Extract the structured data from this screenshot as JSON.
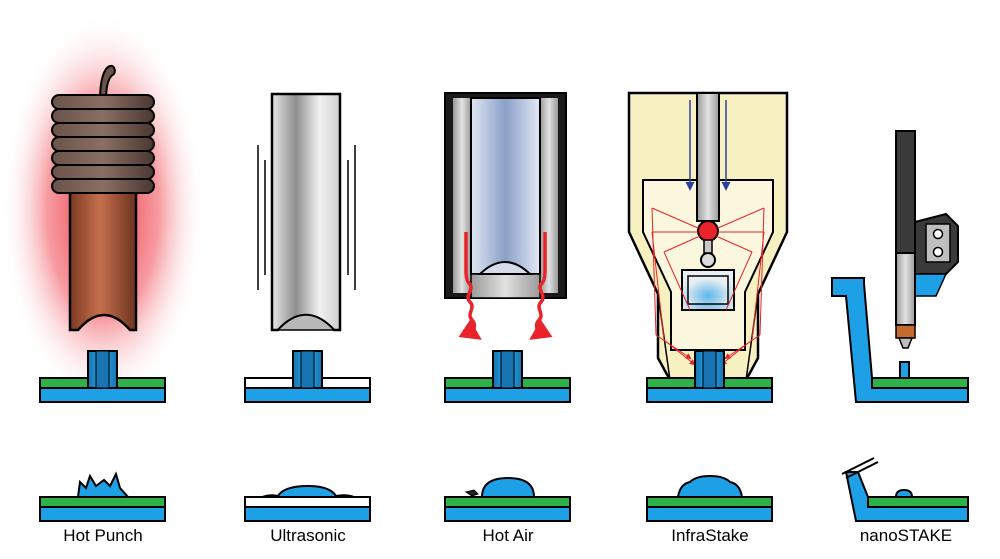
{
  "methods": [
    {
      "label": "Hot Punch"
    },
    {
      "label": "Ultrasonic"
    },
    {
      "label": "Hot Air"
    },
    {
      "label": "InfraStake"
    },
    {
      "label": "nanoSTAKE"
    }
  ],
  "colors": {
    "plastic_blue": "#1ea0e6",
    "board_green": "#2fb14a",
    "heat_red": "#e8232a",
    "copper": "#b5593a",
    "coil_dark": "#5a4640",
    "housing_yellow": "#f7f1c2",
    "flow_arrow_blue": "#2d3f9c",
    "outline": "#000000"
  },
  "icons": [
    "heating-coil-icon",
    "ultrasonic-horn-icon",
    "hot-air-nozzle-icon",
    "infrared-lamp-icon",
    "stake-tool-icon"
  ]
}
